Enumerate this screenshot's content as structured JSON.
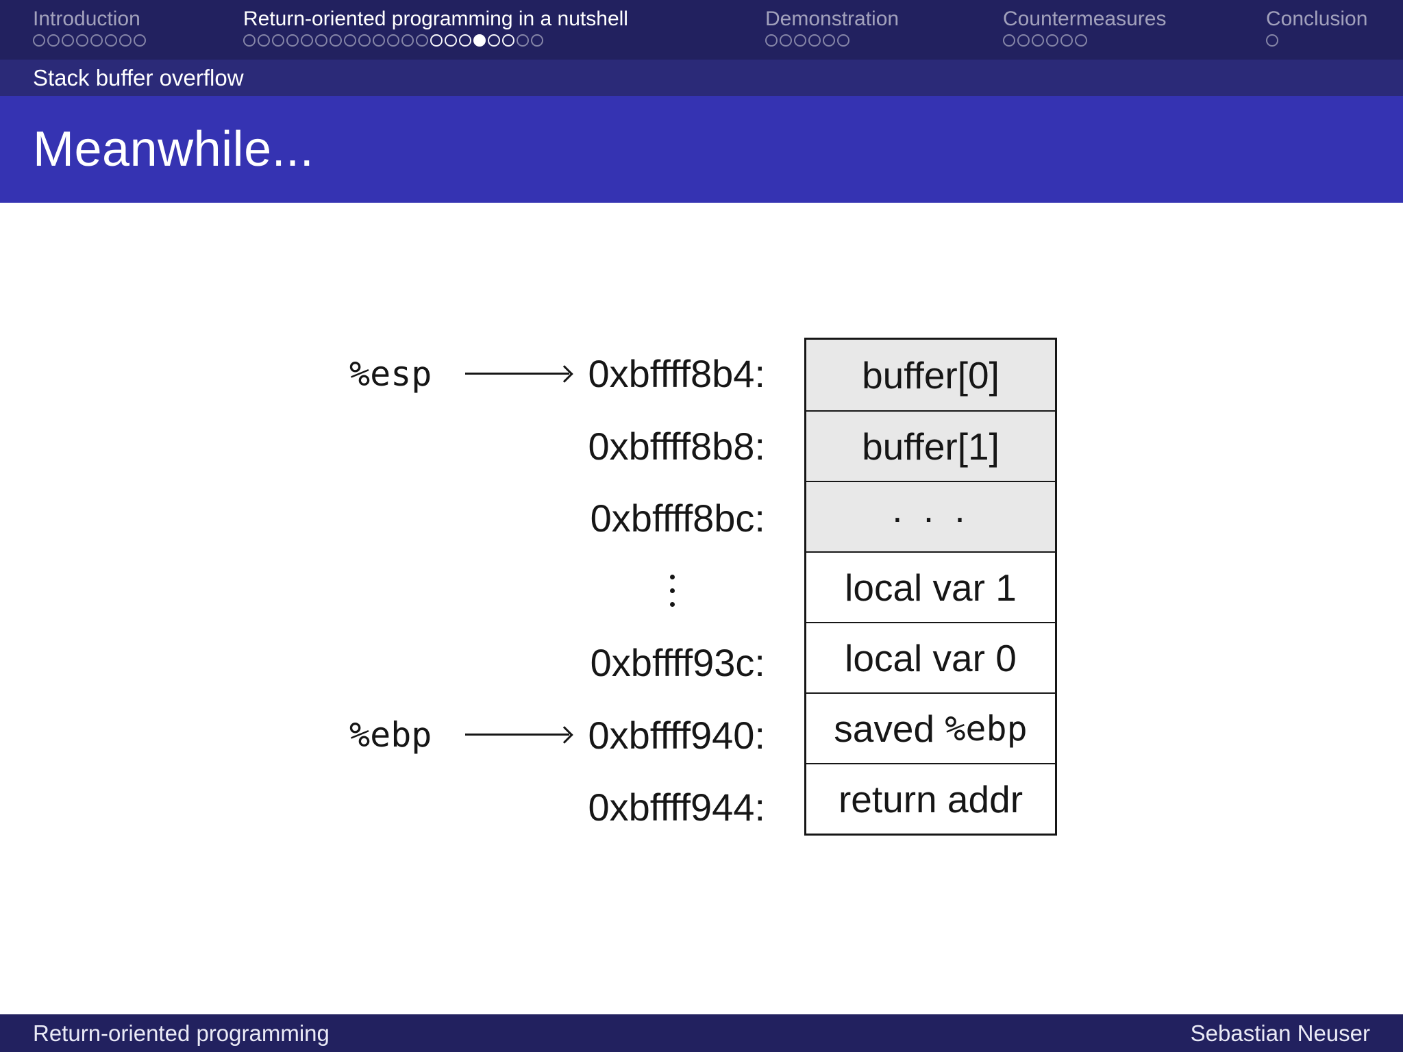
{
  "slide": {
    "title": "Meanwhile...",
    "subsection": "Stack buffer overflow"
  },
  "nav": {
    "sections": [
      {
        "label": "Introduction",
        "active": false,
        "dots": [
          "dim",
          "dim",
          "dim",
          "dim",
          "dim",
          "dim",
          "dim",
          "dim"
        ]
      },
      {
        "label": "Return-oriented programming in a nutshell",
        "active": true,
        "dots": [
          "dim",
          "dim",
          "dim",
          "dim",
          "dim",
          "dim",
          "dim",
          "dim",
          "dim",
          "dim",
          "dim",
          "dim",
          "dim",
          "bright",
          "bright",
          "bright",
          "current",
          "bright",
          "bright",
          "dim",
          "dim"
        ]
      },
      {
        "label": "Demonstration",
        "active": false,
        "dots": [
          "dim",
          "dim",
          "dim",
          "dim",
          "dim",
          "dim"
        ]
      },
      {
        "label": "Countermeasures",
        "active": false,
        "dots": [
          "dim",
          "dim",
          "dim",
          "dim",
          "dim",
          "dim"
        ]
      },
      {
        "label": "Conclusion",
        "active": false,
        "dots": [
          "dim"
        ]
      }
    ]
  },
  "diagram": {
    "pointers": [
      {
        "register": "%esp",
        "row": 0
      },
      {
        "register": "%ebp",
        "row": 5
      }
    ],
    "vdots": "⋮",
    "rows": [
      {
        "address": "0xbffff8b4:",
        "cell": "buffer[0]",
        "shaded": true
      },
      {
        "address": "0xbffff8b8:",
        "cell": "buffer[1]",
        "shaded": true
      },
      {
        "address": "0xbffff8bc:",
        "cell": "· · ·",
        "shaded": true
      },
      {
        "address": "⋮",
        "cell": "local var 1",
        "shaded": false
      },
      {
        "address": "0xbffff93c:",
        "cell": "local var 0",
        "shaded": false
      },
      {
        "address": "0xbffff940:",
        "cell": "saved ",
        "cell_mono": "%ebp",
        "shaded": false
      },
      {
        "address": "0xbffff944:",
        "cell": "return addr",
        "shaded": false
      }
    ]
  },
  "footer": {
    "left": "Return-oriented programming",
    "right": "Sebastian Neuser"
  },
  "colors": {
    "navbar": "#22215f",
    "subbar": "#2b2a78",
    "titlebar": "#3533b2",
    "cell_shaded": "#e8e8e8",
    "cell_plain": "#ffffff",
    "ink": "#161616",
    "nav_dim": "rgba(255,255,255,0.58)",
    "footer_text": "#eaeaf6"
  }
}
